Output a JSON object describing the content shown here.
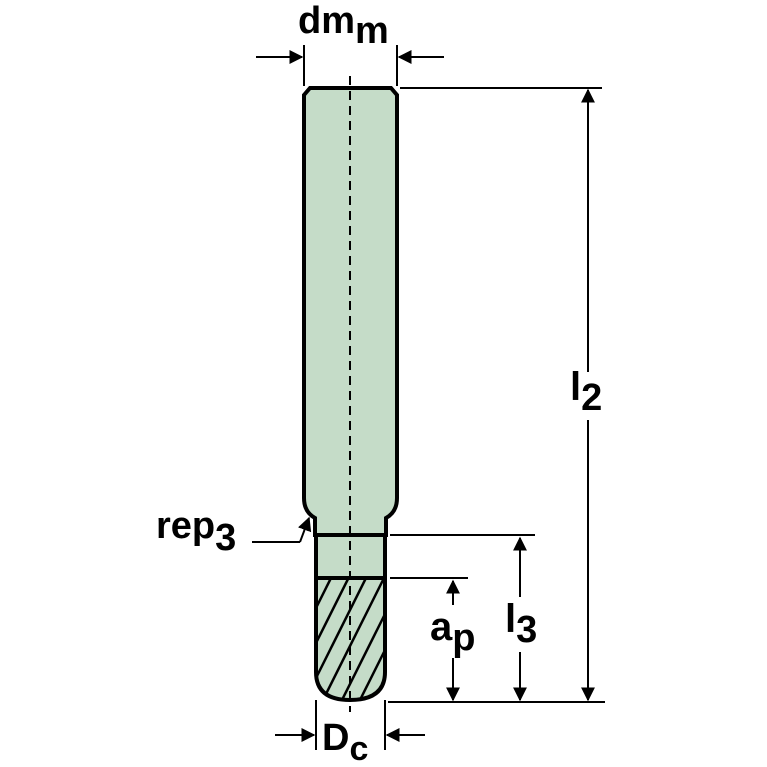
{
  "labels": {
    "dmm": {
      "main": "dm",
      "sub": "m"
    },
    "l2": {
      "main": "l",
      "sub": "2"
    },
    "rep3": {
      "main": "rep",
      "sub": "3"
    },
    "l3": {
      "main": "l",
      "sub": "3"
    },
    "ap": {
      "main": "a",
      "sub": "p"
    },
    "dc": {
      "main": "D",
      "sub": "c"
    }
  },
  "colors": {
    "tool_fill": "#c5dcc8",
    "outline": "#000000",
    "background": "#ffffff"
  }
}
